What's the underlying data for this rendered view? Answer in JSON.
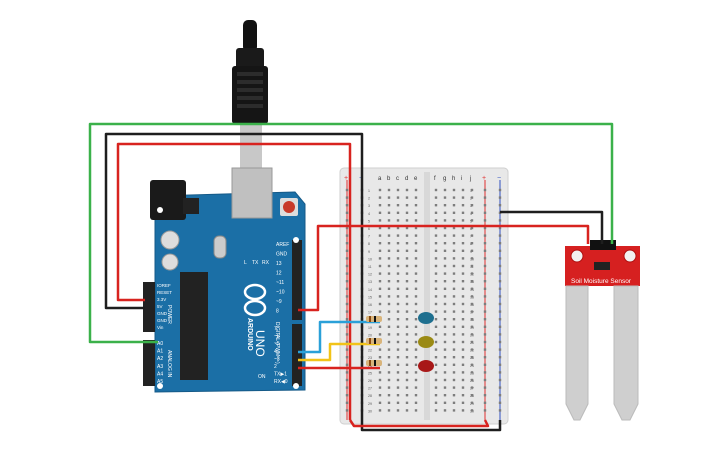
{
  "arduino": {
    "brand": "ARDUINO",
    "model": "UNO",
    "labels": {
      "power": "POWER",
      "analog_in": "ANALOG IN",
      "digital": "DIGITAL (PWM=~)",
      "aref": "AREF",
      "gnd": "GND",
      "tx": "TX",
      "rx": "RX",
      "l": "L",
      "on": "ON"
    },
    "power_pins": [
      "IOREF",
      "RESET",
      "3.3V",
      "5V",
      "GND",
      "GND",
      "Vin"
    ],
    "analog_pins": [
      "A0",
      "A1",
      "A2",
      "A3",
      "A4",
      "A5"
    ],
    "digital_pins_top": [
      "AREF",
      "GND",
      "13",
      "12",
      "~11",
      "~10",
      "~9",
      "8"
    ],
    "digital_pins_bottom": [
      "7",
      "~6",
      "~5",
      "4",
      "~3",
      "2",
      "TX▶1",
      "RX◀0"
    ]
  },
  "breadboard": {
    "left_columns": [
      "a",
      "b",
      "c",
      "d",
      "e"
    ],
    "right_columns": [
      "f",
      "g",
      "h",
      "i",
      "j"
    ],
    "rail_plus": "+",
    "rail_minus": "−",
    "row_count": 30
  },
  "sensor": {
    "label": "Soil Moisture Sensor"
  },
  "colors": {
    "wire_red": "#d8231f",
    "wire_black": "#1e1e1e",
    "wire_green": "#3bb14a",
    "wire_blue": "#2aa0d8",
    "wire_yellow": "#f2c318",
    "board_blue": "#1b6fa6",
    "led_blue": "#1e6f8f",
    "led_yellow": "#9a8a14",
    "led_red": "#a81818",
    "sensor_red": "#d62020"
  }
}
